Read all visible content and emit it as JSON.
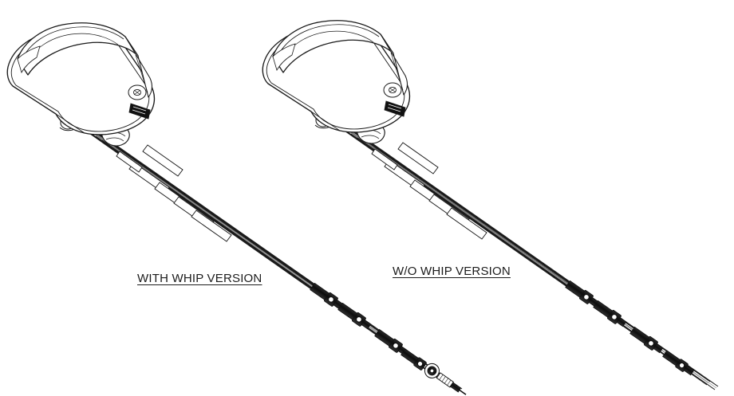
{
  "figure": {
    "kind": "technical-line-drawing",
    "subject": "shark-fin vehicle roof antenna assemblies",
    "background_color": "#ffffff",
    "line_color": "#1a1a1a",
    "fill_color": "#ffffff",
    "accent_dark": "#111111"
  },
  "captions": {
    "left": "WITH WHIP VERSION",
    "right": "W/O WHIP VERSION"
  },
  "assemblies": [
    {
      "id": "left-assembly",
      "name": "with-whip-antenna-assembly",
      "caption": "WITH WHIP VERSION",
      "has_whip": true,
      "housing": {
        "name": "shark-fin-housing",
        "style": "double-contour isometric shell"
      },
      "base": {
        "name": "mounting-base",
        "mount_stud": "threaded-stud",
        "gasket": "base-gasket"
      },
      "label_plate": {
        "name": "housing-label-plate",
        "color": "#111111"
      },
      "cable_bundle": {
        "name": "coaxial-cable-bundle",
        "cable_count": 5,
        "angle_degrees": 36,
        "connector_count": 4
      },
      "whip": {
        "name": "whip-rod",
        "tip": "whip-tip-connector"
      }
    },
    {
      "id": "right-assembly",
      "name": "without-whip-antenna-assembly",
      "caption": "W/O WHIP VERSION",
      "has_whip": false,
      "housing": {
        "name": "shark-fin-housing",
        "style": "double-contour isometric shell"
      },
      "base": {
        "name": "mounting-base",
        "mount_stud": "threaded-stud",
        "gasket": "base-gasket"
      },
      "label_plate": {
        "name": "housing-label-plate",
        "color": "#111111"
      },
      "cable_bundle": {
        "name": "coaxial-cable-bundle",
        "cable_count": 5,
        "angle_degrees": 36,
        "connector_count": 4
      },
      "whip": null
    }
  ]
}
